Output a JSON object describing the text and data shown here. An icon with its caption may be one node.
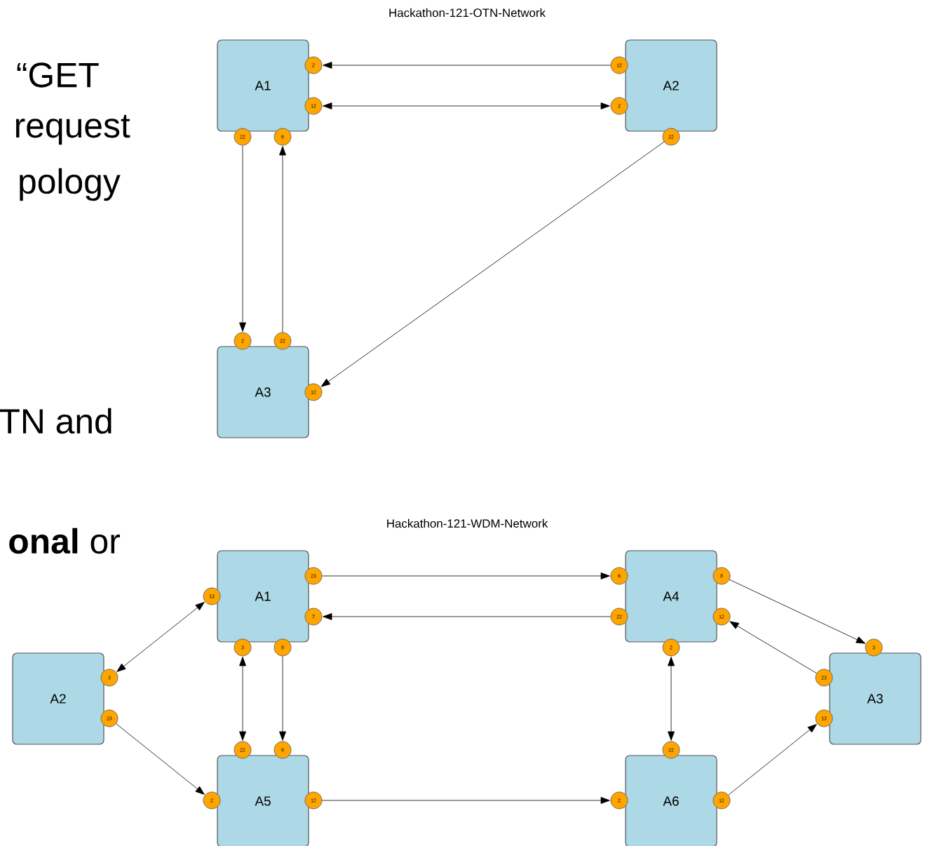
{
  "diagram": {
    "nodes": [
      {
        "text": [
          "A1"
        ]
      },
      {
        "text": [
          "2"
        ]
      },
      {
        "text": [
          "12"
        ]
      },
      {
        "text": [
          "22"
        ]
      },
      {
        "text": [
          "6"
        ]
      },
      {
        "text": [
          "A2"
        ]
      },
      {
        "text": [
          "12"
        ]
      },
      {
        "text": [
          "2"
        ]
      },
      {
        "text": [
          "22"
        ]
      },
      {
        "text": [
          "A3"
        ]
      },
      {
        "text": [
          "2"
        ]
      },
      {
        "text": [
          "22"
        ]
      },
      {
        "text": [
          "12"
        ]
      },
      {
        "text": [
          "A1"
        ]
      },
      {
        "text": [
          "13"
        ]
      },
      {
        "text": [
          "23"
        ]
      },
      {
        "text": [
          "7"
        ]
      },
      {
        "text": [
          "3"
        ]
      },
      {
        "text": [
          "8"
        ]
      },
      {
        "text": [
          "A4"
        ]
      },
      {
        "text": [
          "6"
        ]
      },
      {
        "text": [
          "22"
        ]
      },
      {
        "text": [
          "8"
        ]
      },
      {
        "text": [
          "12"
        ]
      },
      {
        "text": [
          "2"
        ]
      },
      {
        "text": [
          "A2"
        ]
      },
      {
        "text": [
          "3"
        ]
      },
      {
        "text": [
          "23"
        ]
      },
      {
        "text": [
          "A3"
        ]
      },
      {
        "text": [
          "3"
        ]
      },
      {
        "text": [
          "23"
        ]
      },
      {
        "text": [
          "13"
        ]
      },
      {
        "text": [
          "A5"
        ]
      },
      {
        "text": [
          "22"
        ]
      },
      {
        "text": [
          "6"
        ]
      },
      {
        "text": [
          "2"
        ]
      },
      {
        "text": [
          "12"
        ]
      },
      {
        "text": [
          "A6"
        ]
      },
      {
        "text": [
          "22"
        ]
      },
      {
        "text": [
          "2"
        ]
      },
      {
        "text": [
          "12"
        ]
      }
    ],
    "edges": [
      {
        "from": 6,
        "to": 1,
        "arrow": "to"
      },
      {
        "from": 2,
        "to": 7,
        "arrow": "both"
      },
      {
        "from": 3,
        "to": 10,
        "arrow": "to"
      },
      {
        "from": 11,
        "to": 4,
        "arrow": "to"
      },
      {
        "from": 8,
        "to": 12,
        "arrow": "to"
      },
      {
        "from": 14,
        "to": 26,
        "arrow": "both"
      },
      {
        "from": 27,
        "to": 35,
        "arrow": "to"
      },
      {
        "from": 15,
        "to": 20,
        "arrow": "to"
      },
      {
        "from": 21,
        "to": 16,
        "arrow": "to"
      },
      {
        "from": 17,
        "to": 33,
        "arrow": "both"
      },
      {
        "from": 18,
        "to": 34,
        "arrow": "to"
      },
      {
        "from": 22,
        "to": 29,
        "arrow": "to"
      },
      {
        "from": 30,
        "to": 23,
        "arrow": "to"
      },
      {
        "from": 24,
        "to": 38,
        "arrow": "both"
      },
      {
        "from": 36,
        "to": 39,
        "arrow": "to"
      },
      {
        "from": 40,
        "to": 31,
        "arrow": "to"
      }
    ],
    "labels": [
      "Hackathon-121-OTN-Network",
      "“GET",
      "request",
      "pology",
      "TN and",
      "Hackathon-121-WDM-Network",
      "**onal** or"
    ]
  }
}
